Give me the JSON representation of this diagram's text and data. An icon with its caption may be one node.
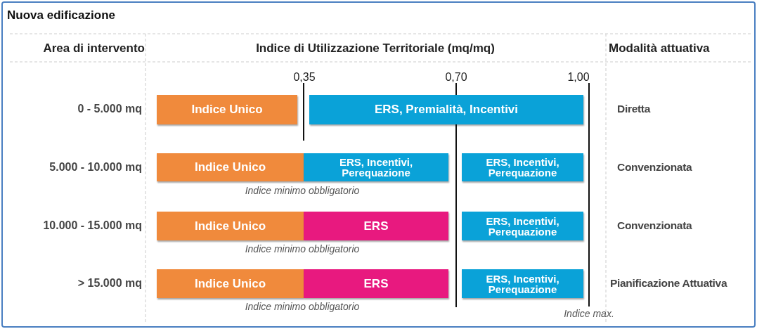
{
  "diagram": {
    "title": "Nuova edificazione",
    "nodes": [
      {
        "text": [
          "Indice Unico"
        ]
      },
      {
        "text": [
          "ERS, Premialità, Incentivi"
        ]
      },
      {
        "text": [
          "Indice Unico"
        ]
      },
      {
        "text": [
          "ERS, Incentivi, Perequazione"
        ]
      },
      {
        "text": [
          "ERS, Incentivi, Perequazione"
        ]
      },
      {
        "text": [
          "Indice Unico"
        ]
      },
      {
        "text": [
          "ERS"
        ]
      },
      {
        "text": [
          "ERS, Incentivi, Perequazione"
        ]
      },
      {
        "text": [
          "Indice Unico"
        ]
      },
      {
        "text": [
          "ERS"
        ]
      },
      {
        "text": [
          "ERS, Incentivi, Perequazione"
        ]
      }
    ],
    "edges": [],
    "labels": [
      "Area di intervento",
      "Indice di Utilizzazione Territoriale (mq/mq)",
      "Modalità attuativa",
      "0,35",
      "0,70",
      "1,00",
      "0 - 5.000 mq",
      "Diretta",
      "5.000 - 10.000 mq",
      "Convenzionata",
      "Indice minimo obbligatorio",
      "10.000 - 15.000 mq",
      "Convenzionata",
      "Indice minimo obbligatorio",
      "> 15.000 mq",
      "Pianificazione Attuativa",
      "Indice minimo obbligatorio",
      "Indice max."
    ]
  }
}
